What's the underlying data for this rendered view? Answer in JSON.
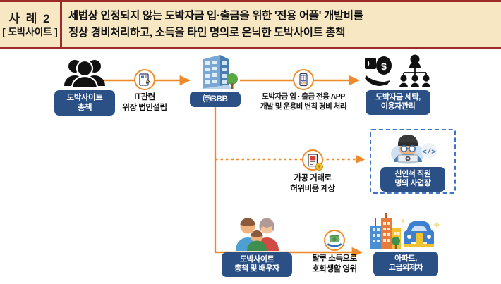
{
  "header": {
    "case_number": "사 례 2",
    "case_tag": "[ 도박사이트 ]",
    "line1": "세법상 인정되지 않는 도박자금 입·출금을 위한 '전용 어플' 개발비를",
    "line2": "정상 경비처리하고, 소득을 타인 명의로 은닉한 도박사이트 총책",
    "bg_color": "#f7e7c3",
    "border_color": "#9e2a2a"
  },
  "theme": {
    "badge_color": "#2b5086",
    "line_color": "#ef8a2b",
    "dashed_box_color": "#3f73c4"
  },
  "nodes": {
    "boss": {
      "label_line1": "도박사이트",
      "label_line2": "총책",
      "icon": "people-group-icon"
    },
    "shell_company_step": {
      "label_line1": "IT관련",
      "label_line2": "위장 법인설립",
      "icon": "document-pen-icon"
    },
    "company": {
      "label": "㈜BBB",
      "icon": "office-building-icon"
    },
    "app_step": {
      "label_line1": "도박자금 입 · 출금 전용 APP",
      "label_line2": "개발 및 운용비 변칙 경비 처리",
      "icon": "mobile-app-icon"
    },
    "laundering": {
      "label_line1": "도박자금 세탁,",
      "label_line2": "이용자관리",
      "icon": "money-laundering-icon"
    },
    "fake_trade_step": {
      "label_line1": "가공 거래로",
      "label_line2": "허위비용 계상",
      "icon": "invoice-icon"
    },
    "relative_business": {
      "label_line1": "친인척 직원",
      "label_line2": "명의 사업장",
      "icon": "developer-icon"
    },
    "boss_and_spouse": {
      "label_line1": "도박사이트",
      "label_line2": "총책 및 배우자",
      "icon": "family-icon"
    },
    "luxury_step": {
      "label_line1": "탈루 소득으로",
      "label_line2": "호화생활 영위",
      "icon": "money-hand-icon"
    },
    "assets": {
      "label_line1": "아파트,",
      "label_line2": "고급외제차",
      "icon": "apartment-car-icon"
    }
  }
}
